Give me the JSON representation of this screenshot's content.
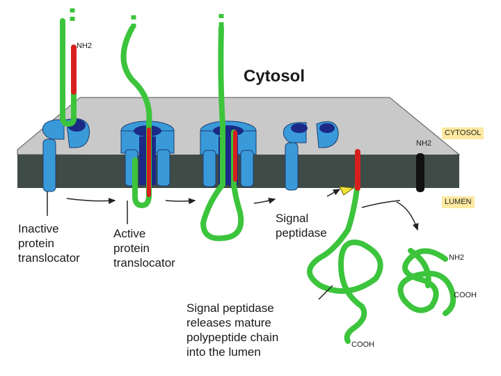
{
  "labels": {
    "cytosol_title": "Cytosol",
    "cytosol_tag": "CYTOSOL",
    "lumen_tag": "LUMEN",
    "inactive_translocator": "Inactive\nprotein\ntranslocator",
    "active_translocator": "Active\nprotein\ntranslocator",
    "signal_peptidase": "Signal\npeptidase",
    "release_caption": "Signal peptidase\nreleases mature\npolypeptide chain\ninto the lumen",
    "nh2_top": "NH2",
    "nh2_membrane": "NH2",
    "nh2_lumen": "NH2",
    "cooh_left": "COOH",
    "cooh_right": "COOH"
  },
  "colors": {
    "membrane_top": "#c9c9c9",
    "membrane_side": "#3f4b47",
    "translocator": "#3a9ad9",
    "translocator_dark": "#1b2a86",
    "chain": "#3cc43c",
    "signal": "#d81f1f",
    "peptidase": "#f5e33a",
    "tag_bg": "#fde9a0"
  }
}
